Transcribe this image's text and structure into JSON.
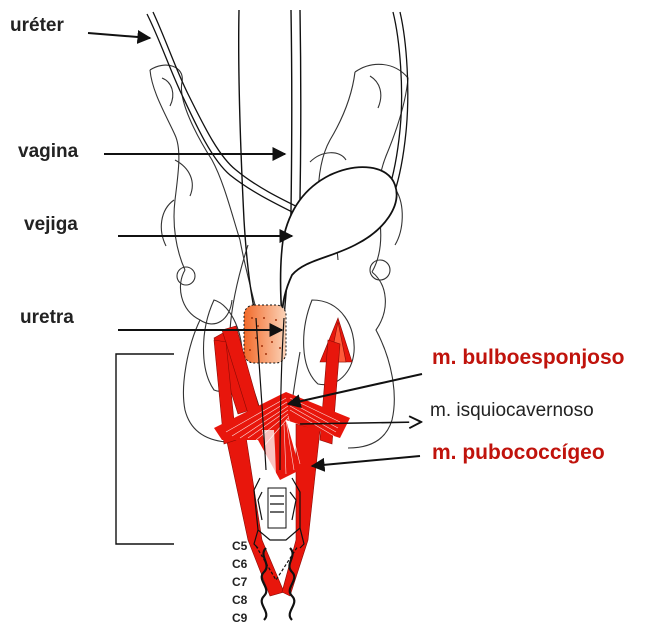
{
  "labels": {
    "ureter": "uréter",
    "vagina": "vagina",
    "vejiga": "vejiga",
    "uretra": "uretra",
    "bulbo": "m. bulboesponjoso",
    "isquio": "m. isquiocavernoso",
    "pubo": "m. pubococcígeo"
  },
  "vertebrae": [
    "C5",
    "C6",
    "C7",
    "C8",
    "C9"
  ],
  "colors": {
    "muscle": "#e8160c",
    "muscle_label": "#c0130c",
    "urethra": "#f07a3c",
    "line": "#111111"
  }
}
